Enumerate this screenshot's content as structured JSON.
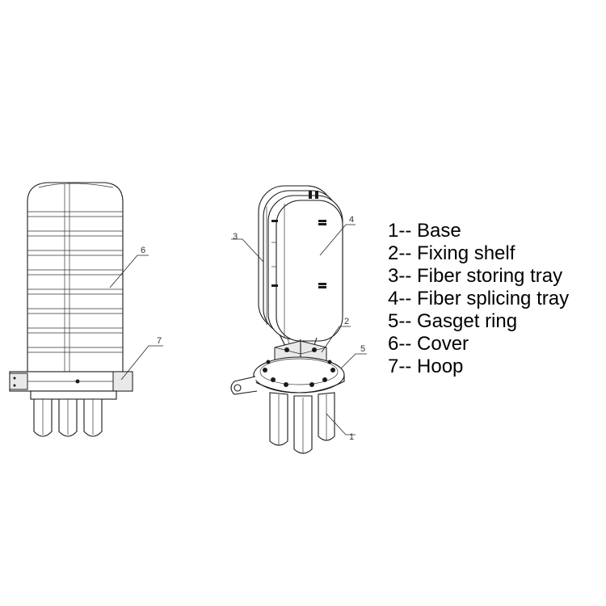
{
  "legend": [
    {
      "num": "1",
      "text": "Base"
    },
    {
      "num": "2",
      "text": "Fixing shelf"
    },
    {
      "num": "3",
      "text": "Fiber storing tray"
    },
    {
      "num": "4",
      "text": "Fiber splicing tray"
    },
    {
      "num": "5",
      "text": "Gasget ring"
    },
    {
      "num": "6",
      "text": "Cover"
    },
    {
      "num": "7",
      "text": "Hoop"
    }
  ],
  "legend_separator": "-- ",
  "callouts": {
    "cover": "6",
    "hoop": "7",
    "storing_tray": "3",
    "splicing_tray": "4",
    "fixing_shelf": "2",
    "gasket_ring": "5",
    "base": "1"
  },
  "colors": {
    "line": "#1a1a1a",
    "text": "#000000",
    "background": "#ffffff"
  }
}
